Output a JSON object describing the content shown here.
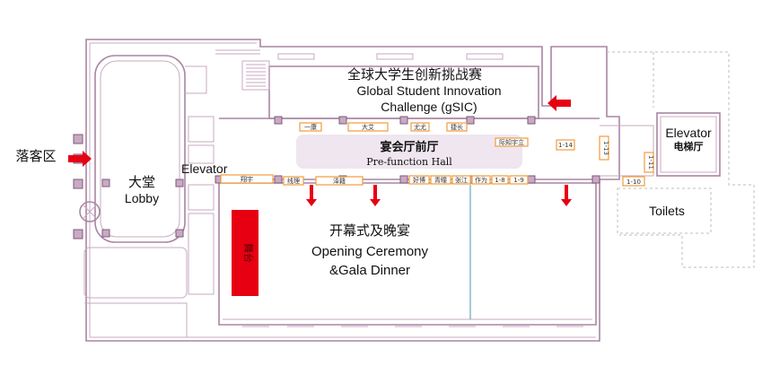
{
  "competition": {
    "title_cn": "全球大学生创新挑战赛",
    "title_en_line1": "Global Student Innovation",
    "title_en_line2": "Challenge (gSIC)"
  },
  "prefunction": {
    "name_cn": "宴会厅前厅",
    "name_en": "Pre-function Hall"
  },
  "ballroom": {
    "name_cn": "开幕式及晚宴",
    "name_en_line1": "Opening Ceremony",
    "name_en_line2": "&Gala Dinner",
    "stage_label": "舞台"
  },
  "lobby": {
    "name_cn": "大堂",
    "name_en": "Lobby"
  },
  "dropoff": {
    "label": "落客区"
  },
  "elevator_left": {
    "label": "Elevator"
  },
  "elevator_right": {
    "label_en": "Elevator",
    "label_cn": "电梯厅"
  },
  "toilets": {
    "label": "Toilets"
  },
  "booths_top": [
    "一康",
    "大艾",
    "尤尤",
    "捷长",
    "际知宇立"
  ],
  "booths_bottom": [
    "翔宇",
    "线理",
    "泽籍",
    "好博",
    "青瞳",
    "张江",
    "作为",
    "1-8",
    "1-9"
  ],
  "booths_right": [
    "1-14",
    "1-13",
    "1-11",
    "1-10"
  ],
  "colors": {
    "wall": "#a985a2",
    "hall_fill": "#efe6ef",
    "booth_border": "#f39b3a",
    "arrow": "#e60012",
    "stage": "#e60012",
    "aisle_line": "#6aa6b8"
  }
}
